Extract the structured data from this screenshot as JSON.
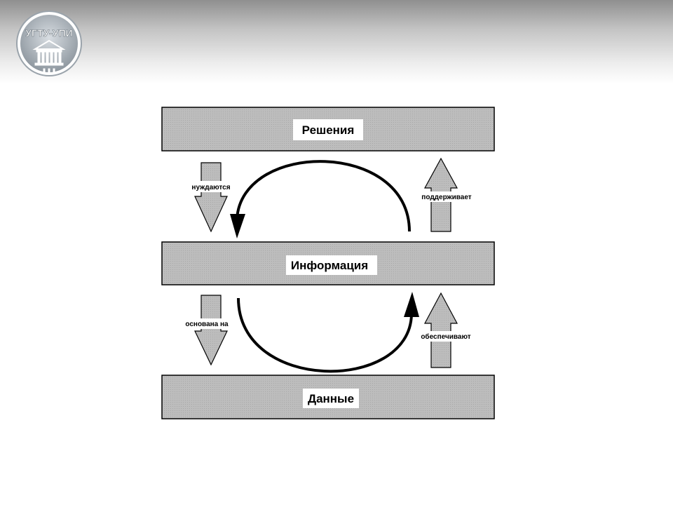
{
  "logo": {
    "text": "УГТУ-УПИ",
    "icon": "university-building-icon"
  },
  "diagram": {
    "layers": [
      {
        "label": "Решения"
      },
      {
        "label": "Информация"
      },
      {
        "label": "Данные"
      }
    ],
    "arrows": [
      {
        "label": "нуждаются",
        "direction": "down"
      },
      {
        "label": "поддерживает",
        "direction": "up"
      },
      {
        "label": "основана на",
        "direction": "down"
      },
      {
        "label": "обеспечивают",
        "direction": "up"
      }
    ]
  }
}
